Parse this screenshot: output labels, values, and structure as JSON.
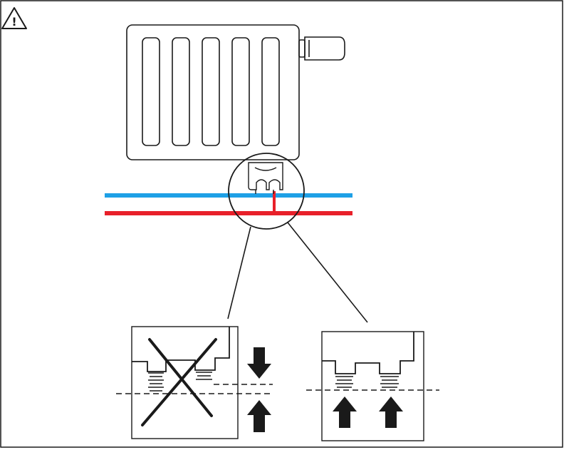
{
  "diagram": {
    "warning_icon": "warning-triangle-icon",
    "warning_glyph": "!",
    "colors": {
      "ink": "#1a1a1a",
      "cold_pipe": "#1ea0e6",
      "hot_pipe": "#e8202a",
      "background": "#ffffff"
    },
    "radiator": {
      "fin_count": 5
    },
    "details": [
      {
        "name": "incorrect-connection",
        "marked_wrong": true,
        "arrows": [
          "down",
          "up"
        ]
      },
      {
        "name": "correct-connection",
        "marked_wrong": false,
        "arrows": [
          "up",
          "up"
        ]
      }
    ]
  }
}
